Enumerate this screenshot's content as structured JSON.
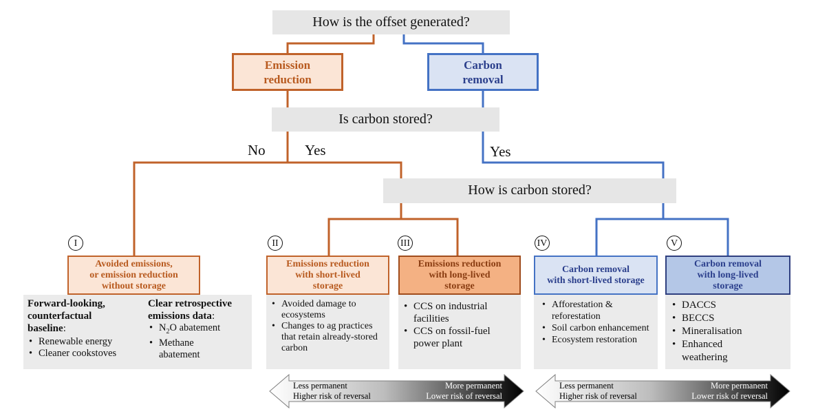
{
  "questions": {
    "q1": "How is the offset generated?",
    "q2": "Is carbon stored?",
    "q3": "How is carbon stored?"
  },
  "branches": {
    "emission_reduction": [
      "Emission",
      "reduction"
    ],
    "carbon_removal": [
      "Carbon",
      "removal"
    ],
    "no": "No",
    "yes_left": "Yes",
    "yes_right": "Yes"
  },
  "categories": [
    {
      "numeral": "I",
      "lines": [
        "Avoided emissions,",
        "or emission reduction",
        "without storage"
      ]
    },
    {
      "numeral": "II",
      "lines": [
        "Emissions reduction",
        "with short-lived",
        "storage"
      ]
    },
    {
      "numeral": "III",
      "lines": [
        "Emissions reduction",
        "with long-lived",
        "storage"
      ]
    },
    {
      "numeral": "IV",
      "lines": [
        "Carbon removal",
        "with short-lived storage"
      ]
    },
    {
      "numeral": "V",
      "lines": [
        "Carbon removal",
        "with long-lived",
        "storage"
      ]
    }
  ],
  "panel1": {
    "left_heading": [
      "Forward-looking,",
      "counterfactual",
      "baseline"
    ],
    "left_heading_suffix": ":",
    "left_items": [
      "Renewable energy",
      "Cleaner cookstoves"
    ],
    "right_heading": [
      "Clear retrospective",
      "emissions data"
    ],
    "right_heading_suffix": ":",
    "right_items": [
      {
        "pre": "N",
        "sub": "2",
        "post": "O abatement"
      },
      {
        "text": "Methane abatement"
      }
    ]
  },
  "panel2": {
    "items": [
      "Avoided damage to ecosystems",
      "Changes to ag practices that retain already-stored carbon"
    ]
  },
  "panel3": {
    "items": [
      "CCS on industrial facilities",
      "CCS on fossil-fuel power plant"
    ]
  },
  "panel4": {
    "items": [
      "Afforestation & reforestation",
      "Soil carbon enhancement",
      "Ecosystem restoration"
    ]
  },
  "panel5": {
    "items": [
      "DACCS",
      "BECCS",
      "Mineralisation",
      "Enhanced weathering"
    ]
  },
  "arrows": {
    "less_line1": "Less permanent",
    "less_line2": "Higher risk of reversal",
    "more_line1": "More permanent",
    "more_line2": "Lower risk of reversal"
  },
  "colors": {
    "orange": "#c0622a",
    "orange_fill_light": "#fbe5d6",
    "orange_fill_dark": "#f4b183",
    "blue": "#4472c4",
    "blue_dark": "#2f3f7f",
    "blue_fill_light": "#dae3f3",
    "blue_fill_dark": "#b4c7e7"
  }
}
